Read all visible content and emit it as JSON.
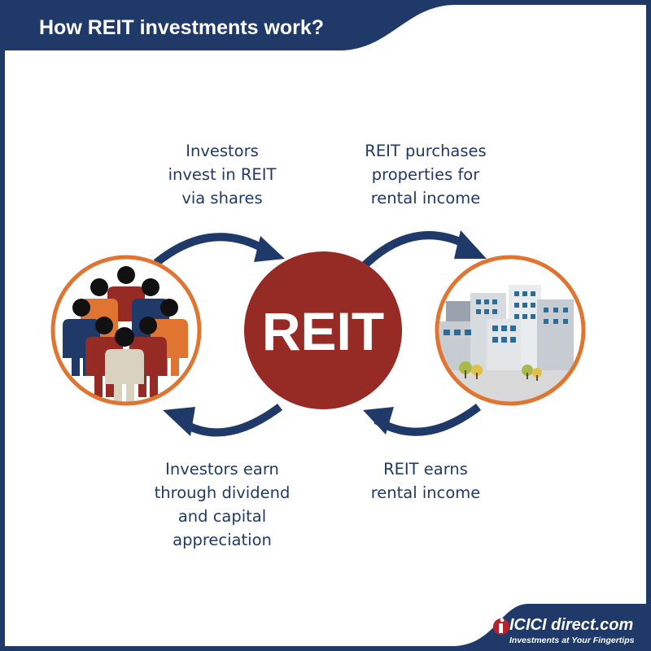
{
  "header": {
    "title": "How REIT investments work?"
  },
  "center": {
    "label": "REIT"
  },
  "steps": {
    "top_left": [
      "Investors",
      "invest in REIT",
      "via shares"
    ],
    "top_right": [
      "REIT purchases",
      "properties for",
      "rental income"
    ],
    "bottom_left": [
      "Investors earn",
      "through dividend",
      "and capital",
      "appreciation"
    ],
    "bottom_right": [
      "REIT earns",
      "rental income"
    ]
  },
  "footer": {
    "brand": "ICICI direct.com",
    "tagline": "Investments at Your Fingertips"
  },
  "colors": {
    "navy": "#1f3a68",
    "maroon": "#962a24",
    "orange": "#e07532",
    "white": "#ffffff"
  }
}
